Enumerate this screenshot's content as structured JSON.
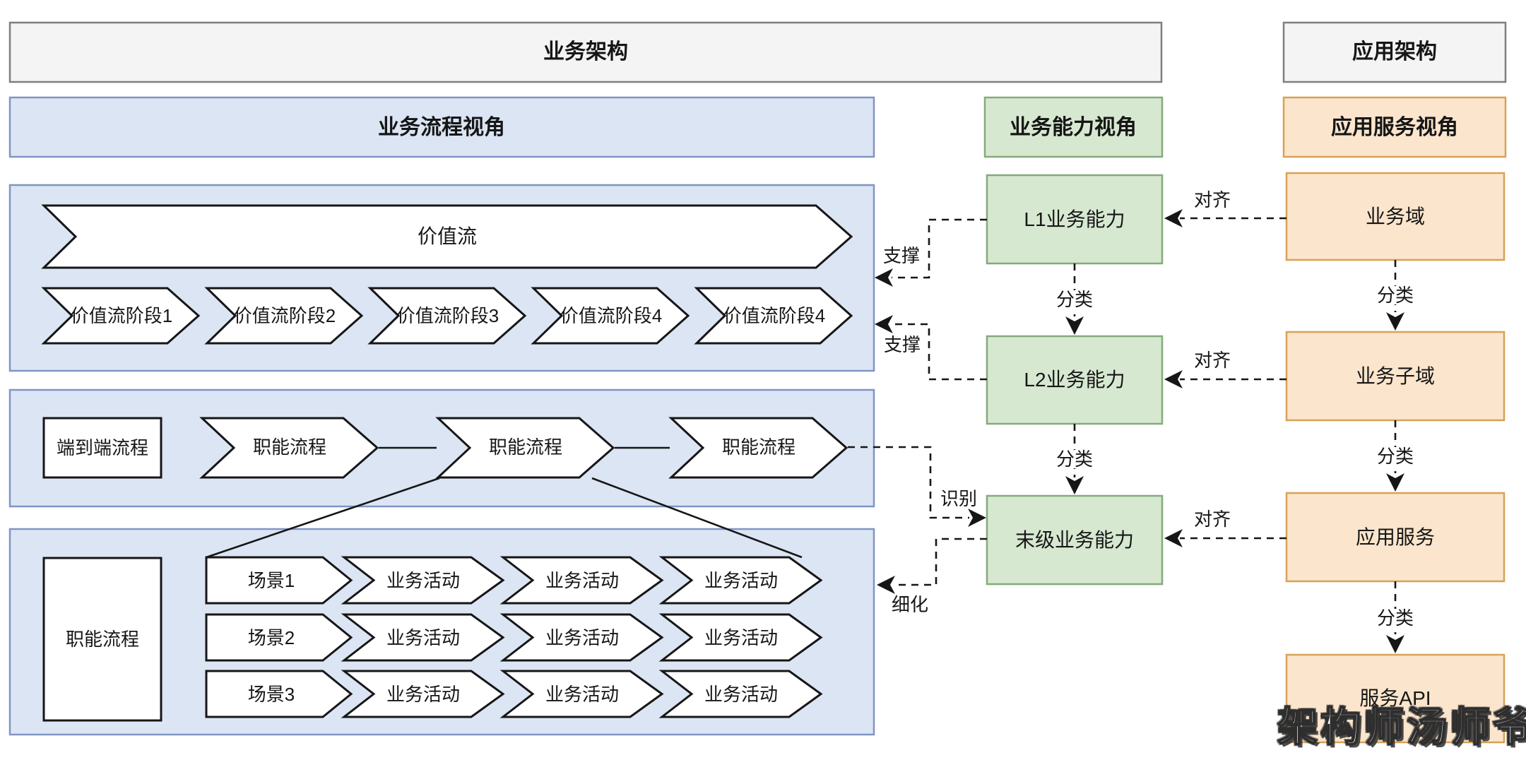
{
  "headers": {
    "business": "业务架构",
    "application": "应用架构"
  },
  "bands": {
    "process": "业务流程视角",
    "capability": "业务能力视角",
    "service": "应用服务视角"
  },
  "value_stream": {
    "main": "价值流",
    "stages": [
      "价值流阶段1",
      "价值流阶段2",
      "价值流阶段3",
      "价值流阶段4",
      "价值流阶段4"
    ]
  },
  "process_row": {
    "end_to_end": "端到端流程",
    "functional": "职能流程"
  },
  "scenarios": {
    "side": "职能流程",
    "activity": "业务活动",
    "rows": [
      {
        "label": "场景1"
      },
      {
        "label": "场景2"
      },
      {
        "label": "场景3"
      }
    ]
  },
  "capabilities": {
    "l1": "L1业务能力",
    "l2": "L2业务能力",
    "leaf": "末级业务能力"
  },
  "services": {
    "domain": "业务域",
    "subdomain": "业务子域",
    "app_service": "应用服务",
    "api": "服务API"
  },
  "labels": {
    "support": "支撑",
    "align": "对齐",
    "classify": "分类",
    "identify": "识别",
    "refine": "细化"
  },
  "watermark": "架构师汤师爷",
  "colors": {
    "grayFill": "#f4f4f4",
    "grayBorder": "#7f7f7f",
    "blueFill": "#dbe5f4",
    "blueBorder": "#8095c5",
    "greenFill": "#d7e8d1",
    "greenBorder": "#84aa7c",
    "orangeFill": "#fbe5cc",
    "orangeBorder": "#d7a257"
  }
}
